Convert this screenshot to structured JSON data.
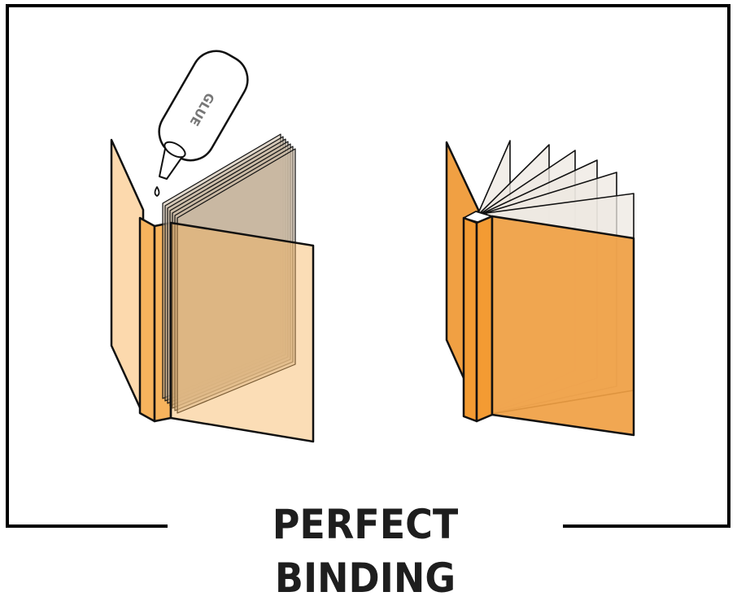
{
  "title": "PERFECT BINDING",
  "bottle_label": "GLUE",
  "illustrations": [
    {
      "name": "before-gluing",
      "description": "Loose page block with glue being applied to spine, open cover behind"
    },
    {
      "name": "after-binding",
      "description": "Finished perfect-bound book with pages fanned open"
    }
  ],
  "colors": {
    "frame": "#000000",
    "cover_light": "#fcd9ad",
    "spine_light": "#f7b35d",
    "page_gray": "#c9b8a2",
    "cover_orange": "#f0a043",
    "spine_orange": "#f39b33",
    "page_fan": "#eee8e2",
    "title_text": "#1e1e1e"
  }
}
